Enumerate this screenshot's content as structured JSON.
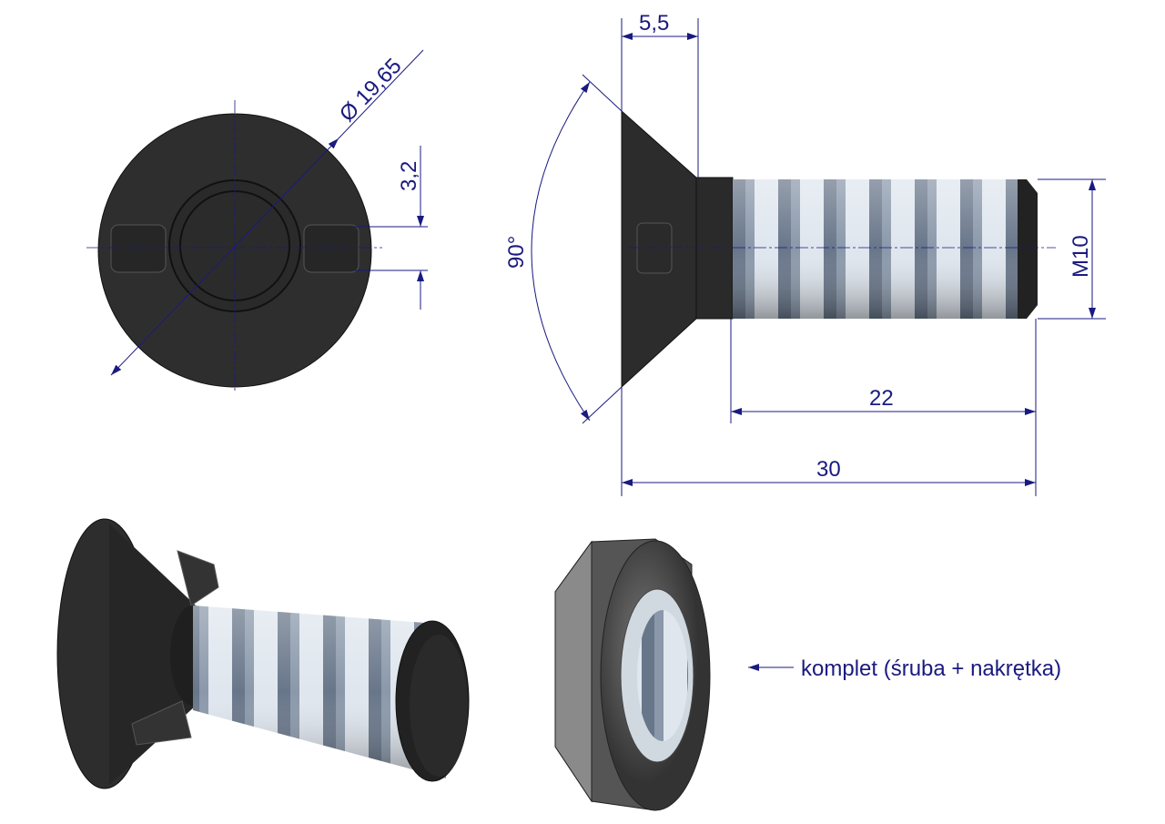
{
  "dimensions": {
    "diameter": "Ø 19,65",
    "lug_width": "3,2",
    "head_height": "5,5",
    "head_angle": "90°",
    "thread": "M10",
    "thread_length": "22",
    "total_length": "30"
  },
  "caption": "komplet (śruba + nakrętka)",
  "colors": {
    "dimension": "#1a1a80",
    "part": "#2b2b2b",
    "steel": "#b8c4d0"
  }
}
